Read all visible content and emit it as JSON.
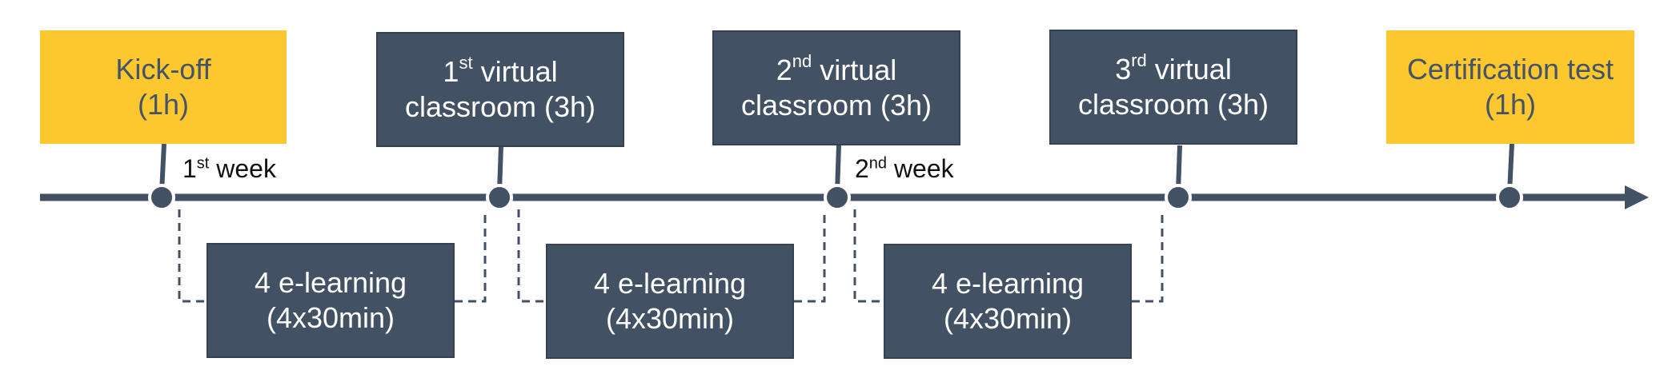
{
  "colors": {
    "line": "#435165",
    "dark_box": "#435165",
    "accent_box": "#fdc72e",
    "accent_text": "#44536a"
  },
  "milestones": [
    {
      "line1": "Kick-off",
      "line2": "(1h)",
      "style": "accent"
    },
    {
      "line1_num": "1",
      "line1_sup": "st",
      "line1_rest": " virtual",
      "line2": "classroom (3h)",
      "style": "dark"
    },
    {
      "line1_num": "2",
      "line1_sup": "nd",
      "line1_rest": " virtual",
      "line2": "classroom (3h)",
      "style": "dark"
    },
    {
      "line1_num": "3",
      "line1_sup": "rd",
      "line1_rest": " virtual",
      "line2": "classroom (3h)",
      "style": "dark"
    },
    {
      "line1": "Certification test",
      "line2": "(1h)",
      "style": "accent"
    }
  ],
  "elearning": [
    {
      "line1": "4 e-learning",
      "line2": "(4x30min)"
    },
    {
      "line1": "4 e-learning",
      "line2": "(4x30min)"
    },
    {
      "line1": "4 e-learning",
      "line2": "(4x30min)"
    }
  ],
  "weeks": [
    {
      "num": "1",
      "sup": "st",
      "rest": " week"
    },
    {
      "num": "2",
      "sup": "nd",
      "rest": " week"
    }
  ]
}
